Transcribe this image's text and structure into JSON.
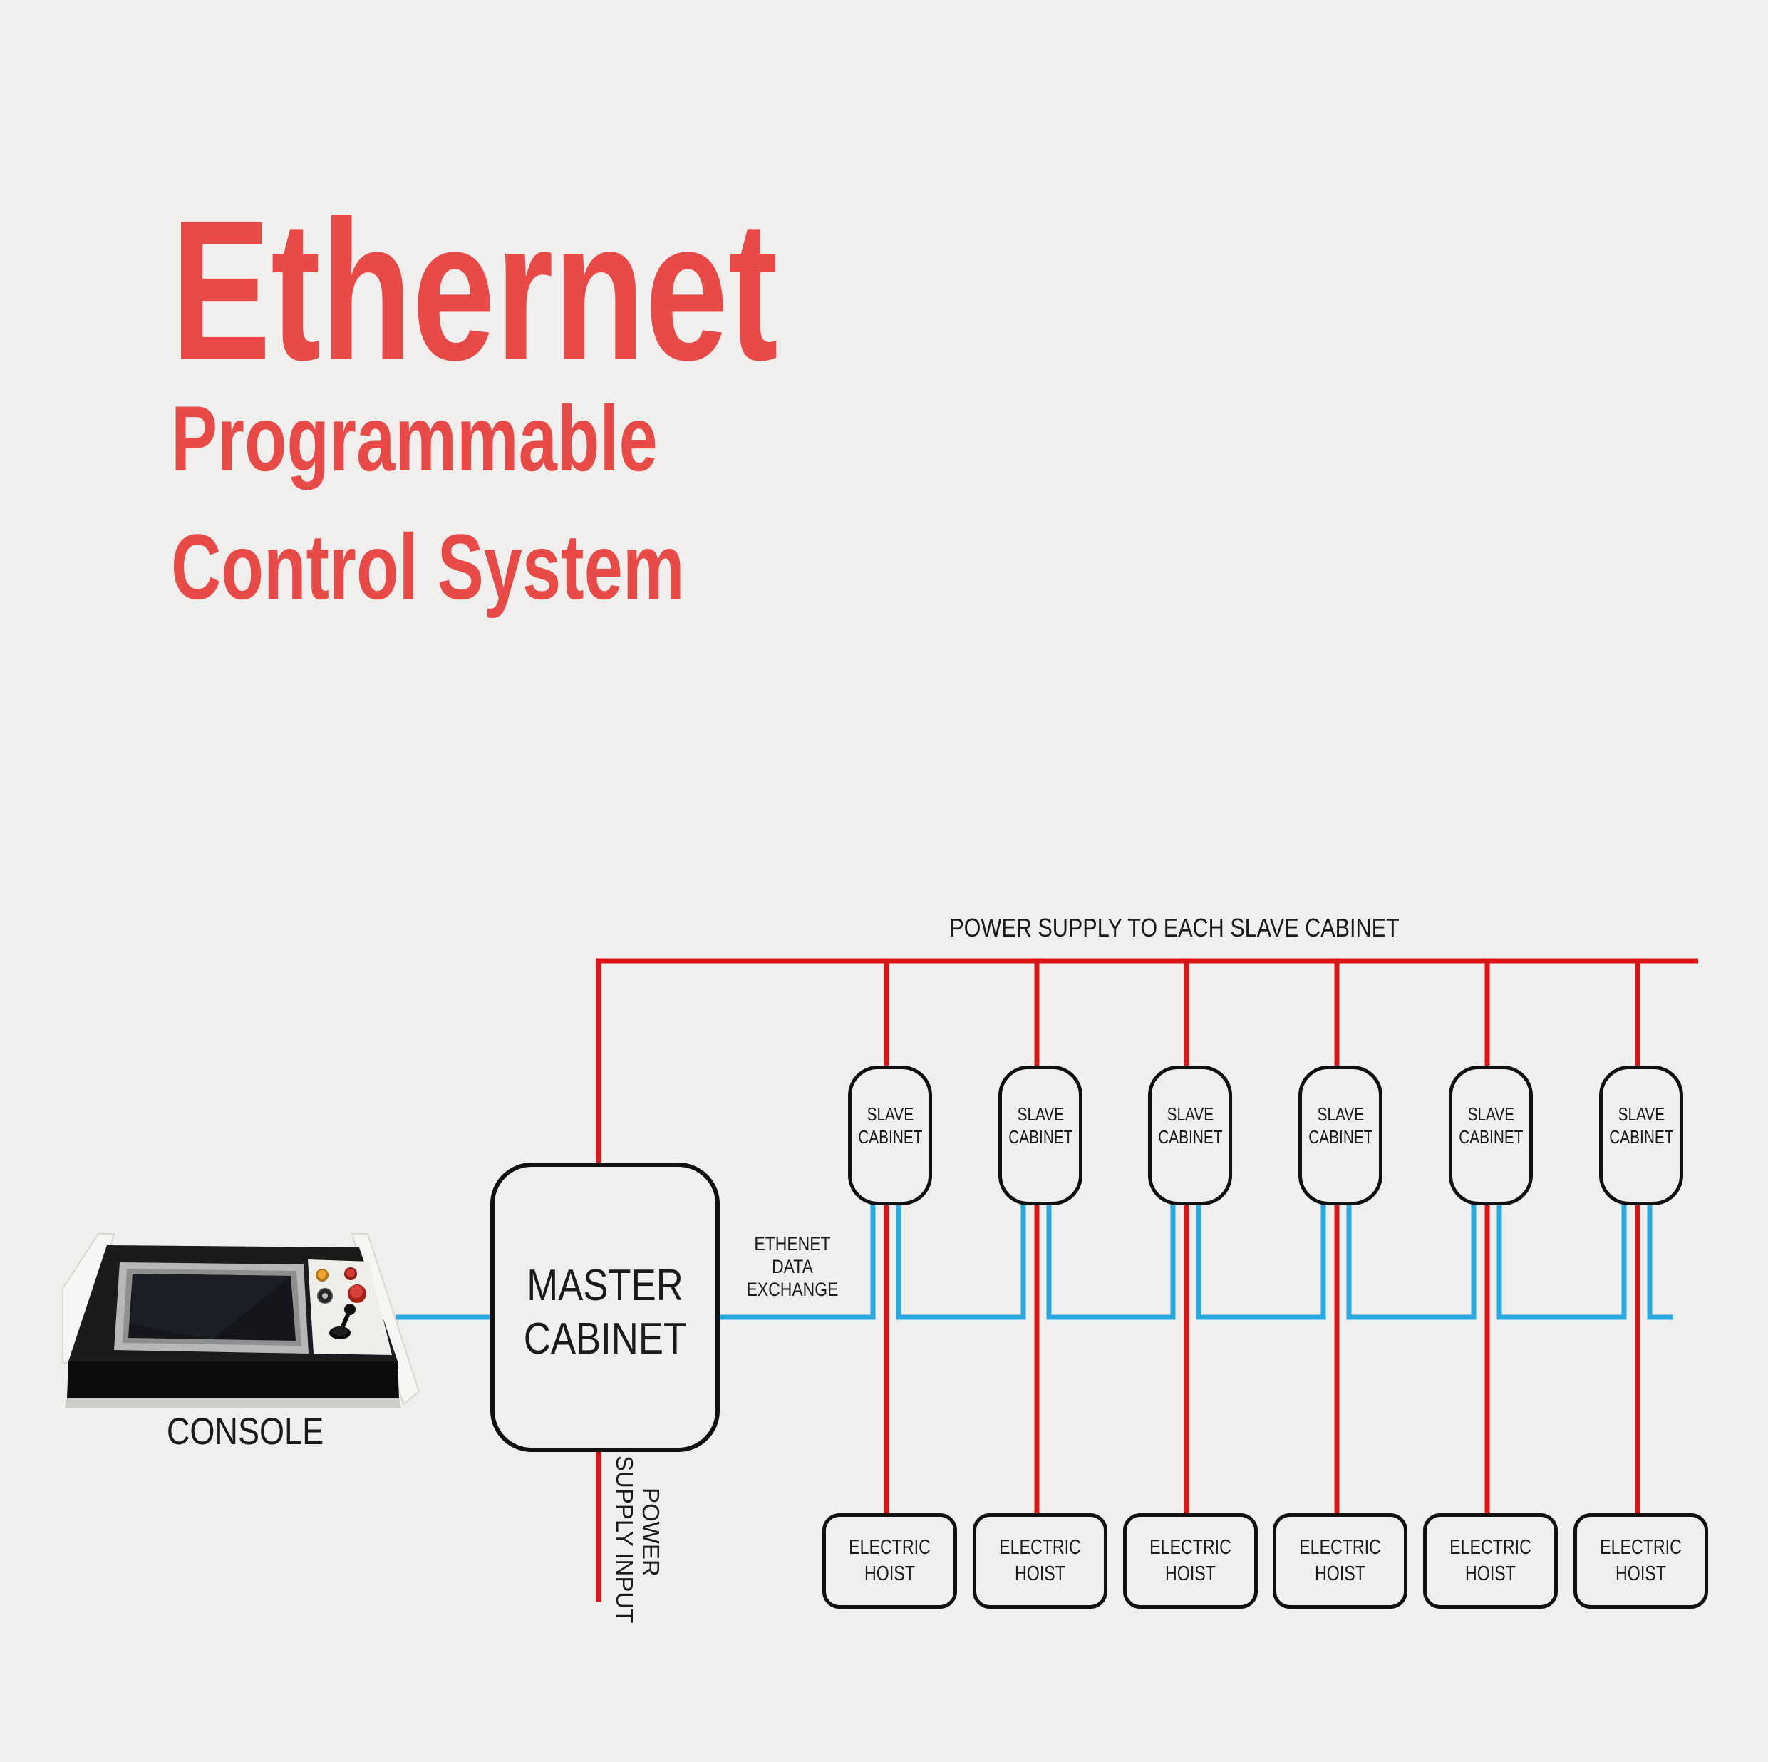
{
  "header": {
    "title": "Ethernet",
    "subtitle_line1": "Programmable",
    "subtitle_line2": "Control System"
  },
  "diagram": {
    "power_bus_label": "POWER SUPPLY TO EACH SLAVE CABINET",
    "console_label": "CONSOLE",
    "master_label": "MASTER CABINET",
    "ethernet_label_lines": [
      "ETHENET",
      "DATA",
      "EXCHANGE"
    ],
    "power_input_lines": [
      "POWER",
      "SUPPLY INPUT"
    ],
    "slave_cabinets": [
      "SLAVE CABINET",
      "SLAVE CABINET",
      "SLAVE CABINET",
      "SLAVE CABINET",
      "SLAVE CABINET",
      "SLAVE CABINET"
    ],
    "electric_hoists": [
      "ELECTRIC HOIST",
      "ELECTRIC HOIST",
      "ELECTRIC HOIST",
      "ELECTRIC HOIST",
      "ELECTRIC HOIST",
      "ELECTRIC HOIST"
    ]
  },
  "colors": {
    "background": "#f0efed",
    "accent_red": "#e84a47",
    "power_line_red": "#dc1418",
    "ethernet_line_blue": "#2aa9e0",
    "box_border": "#101010",
    "text": "#1a1a1a"
  }
}
